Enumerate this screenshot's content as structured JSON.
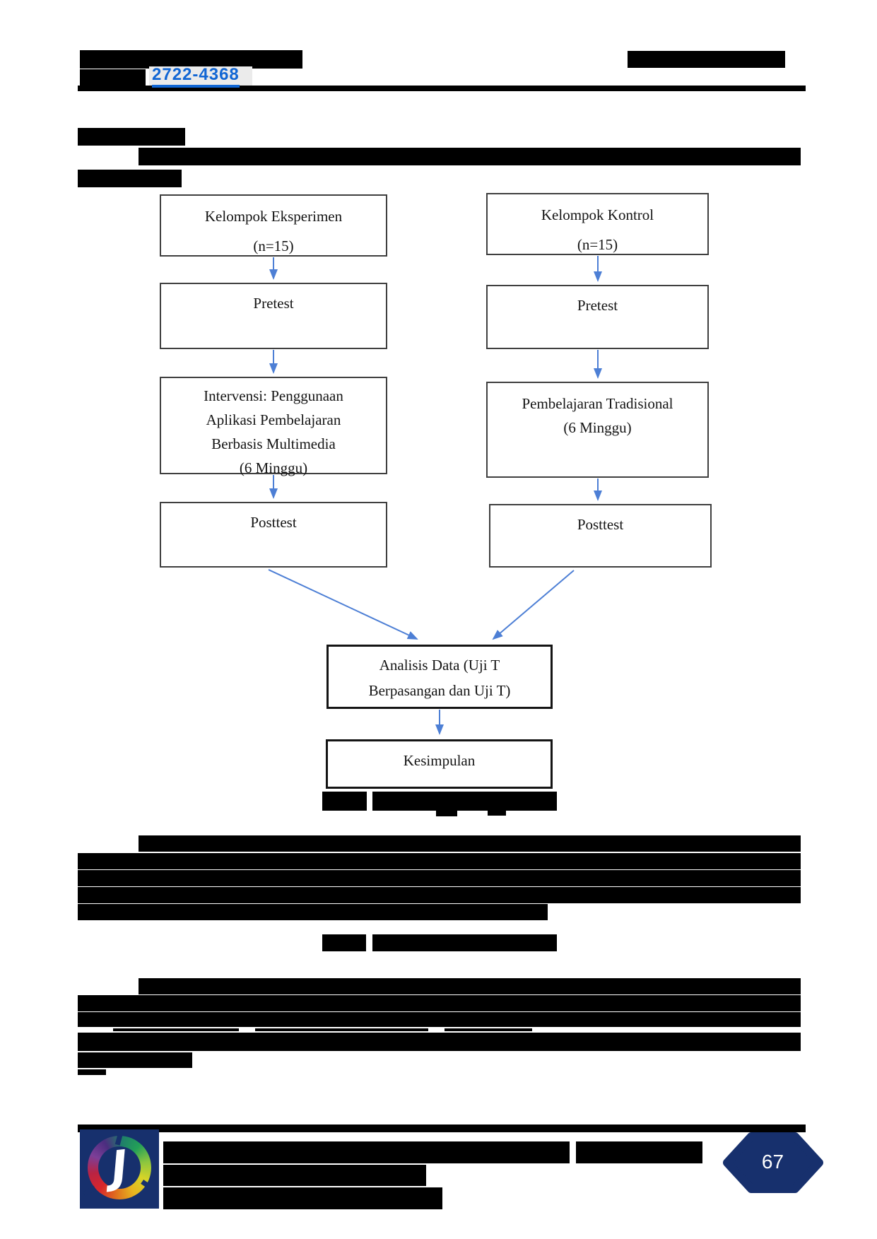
{
  "header": {
    "issn": "2722-4368"
  },
  "diagram": {
    "kelompok_eksperimen": {
      "line1": "Kelompok Eksperimen",
      "line2": "(n=15)"
    },
    "kelompok_kontrol": {
      "line1": "Kelompok Kontrol",
      "line2": "(n=15)"
    },
    "pretest_left": "Pretest",
    "pretest_right": "Pretest",
    "intervensi": {
      "line1": "Intervensi: Penggunaan",
      "line2": "Aplikasi Pembelajaran",
      "line3": "Berbasis Multimedia",
      "line4": "(6 Minggu)"
    },
    "tradisional": {
      "line1": "Pembelajaran Tradisional",
      "line2": "(6 Minggu)"
    },
    "posttest_left": "Posttest",
    "posttest_right": "Posttest",
    "analisis": {
      "line1": "Analisis Data (Uji T",
      "line2": "Berpasangan dan Uji T)"
    },
    "kesimpulan": "Kesimpulan",
    "arrow_color": "#4d7fd5"
  },
  "footer": {
    "logo_letter": "J",
    "page_number": "67",
    "navy": "#17306d"
  }
}
